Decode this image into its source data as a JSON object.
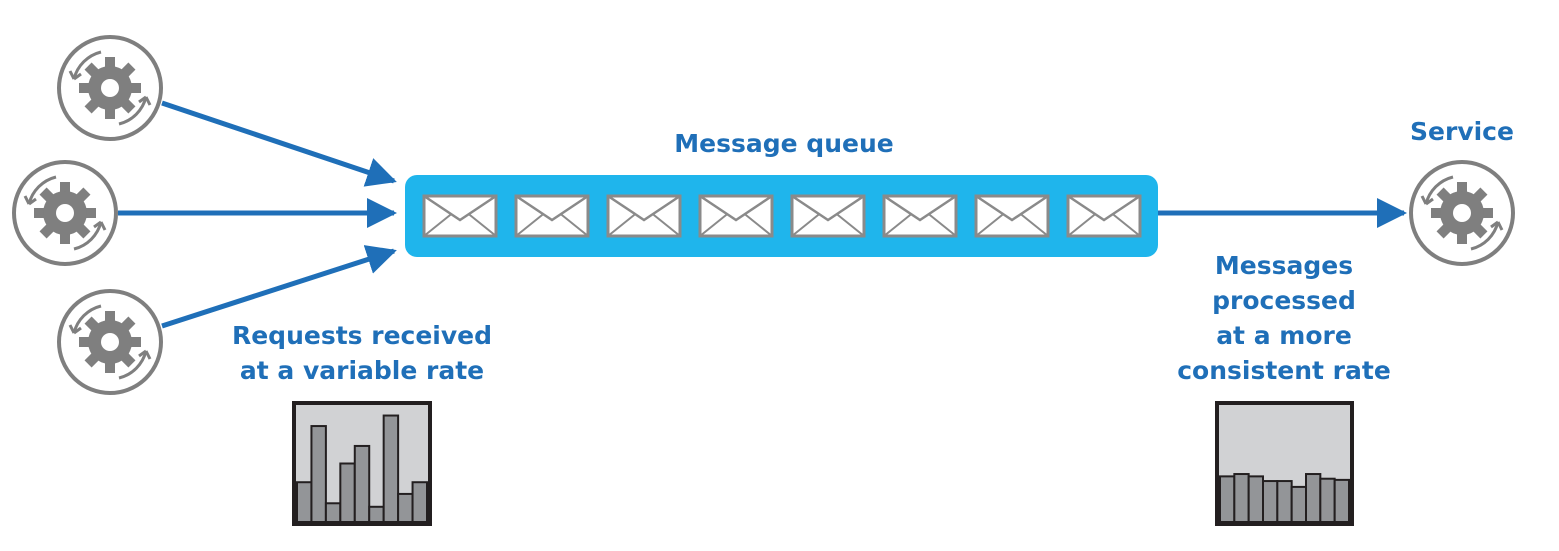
{
  "labels": {
    "queue": "Message queue",
    "service": "Service",
    "requests_line1": "Requests received",
    "requests_line2": "at a variable rate",
    "processed_line1": "Messages",
    "processed_line2": "processed",
    "processed_line3": "at a more",
    "processed_line4": "consistent rate"
  },
  "icons": {
    "producer": "gear-cycle-icon",
    "service": "gear-cycle-icon",
    "message": "envelope-icon"
  },
  "queue": {
    "message_count": 8
  },
  "colors": {
    "arrow": "#1f6fb8",
    "queue_fill": "#1fb5ec",
    "label_text": "#1f6fb8",
    "icon_gray": "#7f7f7f",
    "histogram_bg": "#d1d2d4",
    "histogram_bar": "#939598"
  },
  "histograms": {
    "variable_rate": [
      0.34,
      0.82,
      0.16,
      0.5,
      0.65,
      0.13,
      0.91,
      0.24,
      0.34
    ],
    "consistent_rate": [
      0.39,
      0.41,
      0.39,
      0.35,
      0.35,
      0.3,
      0.41,
      0.37,
      0.36
    ]
  }
}
